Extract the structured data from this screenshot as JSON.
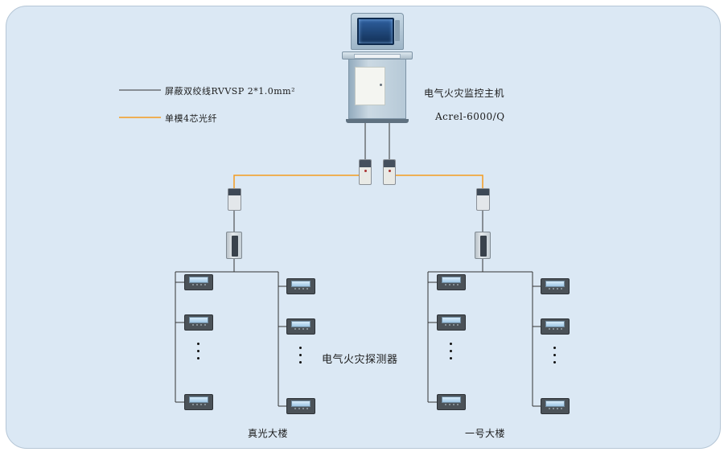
{
  "panel": {
    "fill": "#dbe8f4",
    "border": "#b5c6d6",
    "background": "#ffffff"
  },
  "legend": {
    "items": [
      {
        "name": "shielded-twisted-pair",
        "label": "屏蔽双绞线RVVSP 2*1.0mm²",
        "color": "#333333"
      },
      {
        "name": "single-mode-fiber",
        "label": "单模4芯光纤",
        "color": "#f49c20"
      }
    ]
  },
  "host": {
    "title": "电气火灾监控主机",
    "model": "Acrel-6000/Q"
  },
  "labels": {
    "detector": "电气火灾探测器",
    "building_left": "真光大楼",
    "building_right": "一号大楼"
  }
}
